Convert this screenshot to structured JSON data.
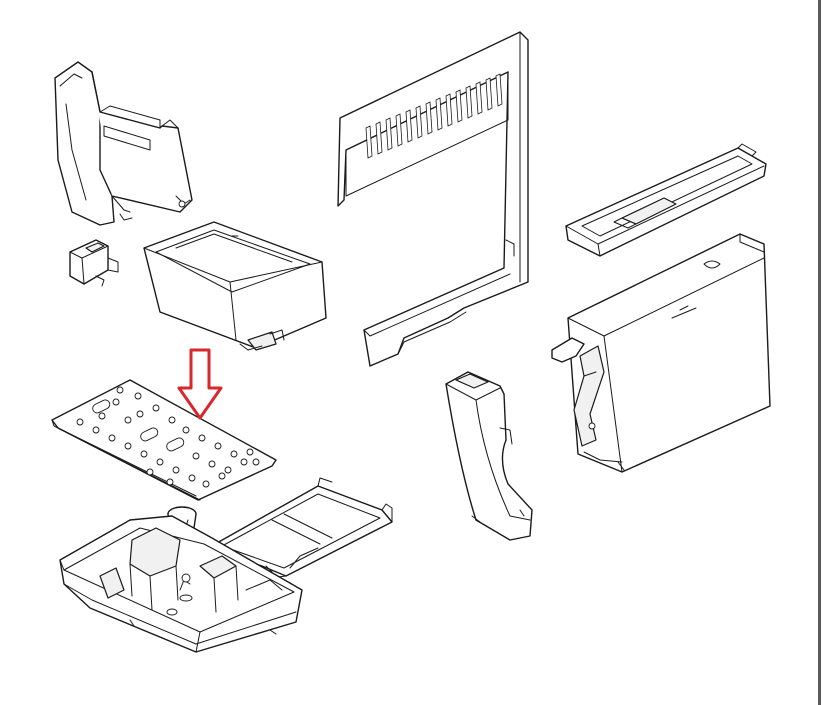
{
  "diagram": {
    "kind": "exploded-parts-drawing",
    "accent_color": "#d8282b",
    "line_color": "#1a1a1a",
    "background": "#ffffff",
    "parts": [
      {
        "id": "side-panel-left",
        "label": ""
      },
      {
        "id": "clip-connector",
        "label": ""
      },
      {
        "id": "grounds-container",
        "label": ""
      },
      {
        "id": "rear-grille-frame",
        "label": ""
      },
      {
        "id": "tank-lid",
        "label": ""
      },
      {
        "id": "water-tank",
        "label": ""
      },
      {
        "id": "curved-side-trim",
        "label": ""
      },
      {
        "id": "drip-tray-grille",
        "label": ""
      },
      {
        "id": "float-indicator",
        "label": ""
      },
      {
        "id": "drip-tray",
        "label": ""
      },
      {
        "id": "highlight-arrow",
        "label": ""
      }
    ],
    "highlight": {
      "points_to": "drip-tray-grille",
      "direction": "down"
    }
  }
}
